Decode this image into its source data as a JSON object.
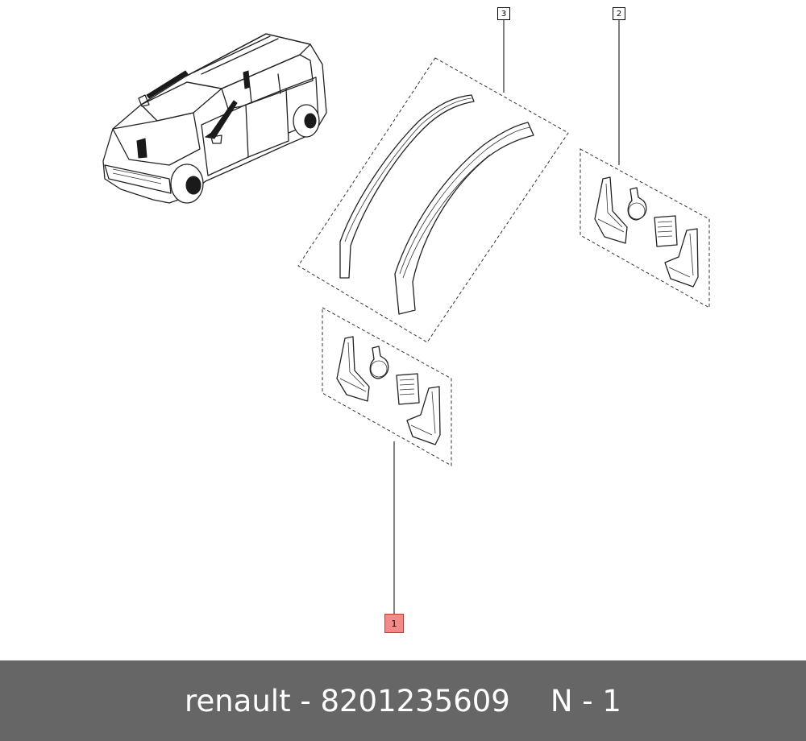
{
  "callouts": [
    {
      "label": "1",
      "selected": true
    },
    {
      "label": "2",
      "selected": false
    },
    {
      "label": "3",
      "selected": false
    }
  ],
  "footer": {
    "brand": "renault - 8201235609",
    "part": "N - 1"
  },
  "colors": {
    "footer_bg": "#666666",
    "footer_text": "#ffffff",
    "selected_callout": "#f28a8a"
  }
}
